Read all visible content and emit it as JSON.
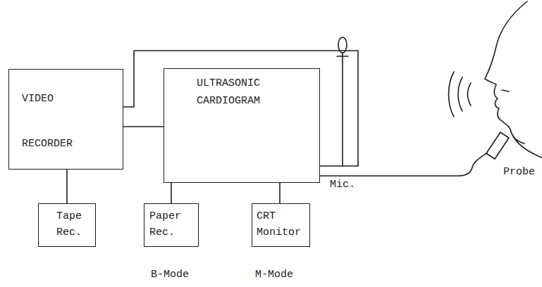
{
  "diagram": {
    "nodes": [
      {
        "text": [
          "VIDEO RECORDER"
        ]
      },
      {
        "text": [
          "ULTRASONIC CARDIOGRAM"
        ]
      },
      {
        "text": [
          "Tape Rec."
        ]
      },
      {
        "text": [
          "Paper Rec."
        ]
      },
      {
        "text": [
          "CRT Monitor"
        ]
      }
    ],
    "edges": [
      {
        "from": 0,
        "to": 1,
        "arrow": "none"
      },
      {
        "from": 0,
        "to": 2,
        "arrow": "none"
      },
      {
        "from": 1,
        "to": 3,
        "arrow": "none"
      },
      {
        "from": 1,
        "to": 4,
        "arrow": "none"
      }
    ],
    "labels": [
      "Mic.",
      "Probe",
      "B-Mode",
      "M-Mode"
    ]
  }
}
